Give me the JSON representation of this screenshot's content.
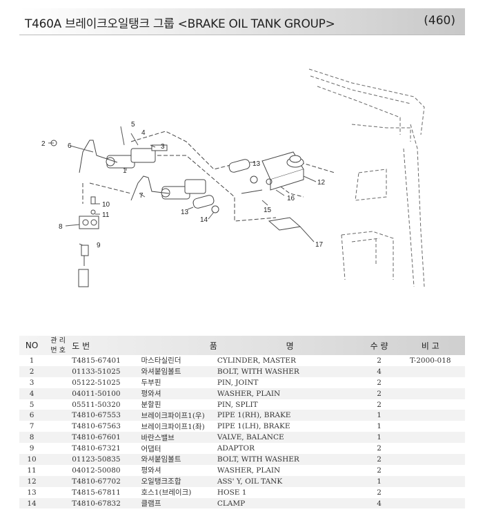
{
  "header": {
    "title": "T460A  브레이크오일탱크 그룹 <BRAKE OIL TANK GROUP>",
    "page": "(460)"
  },
  "diagram": {
    "callouts": [
      "1",
      "2",
      "3",
      "4",
      "5",
      "6",
      "7",
      "8",
      "9",
      "10",
      "11",
      "12",
      "13",
      "13",
      "14",
      "15",
      "16",
      "17"
    ]
  },
  "table": {
    "headers": {
      "no": "NO",
      "mgmt_line1": "관 리",
      "mgmt_line2": "번 호",
      "drawing": "도   번",
      "name_kr": "품",
      "name_en": "명",
      "qty": "수  량",
      "remark": "비  고"
    },
    "rows": [
      {
        "no": "1",
        "part": "T4815-67401",
        "kr": "마스타실린더",
        "en": "CYLINDER, MASTER",
        "qty": "2",
        "remark": "T-2000-018"
      },
      {
        "no": "2",
        "part": "01133-51025",
        "kr": "와셔붙임볼트",
        "en": "BOLT, WITH WASHER",
        "qty": "4",
        "remark": ""
      },
      {
        "no": "3",
        "part": "05122-51025",
        "kr": "두부핀",
        "en": "PIN, JOINT",
        "qty": "2",
        "remark": ""
      },
      {
        "no": "4",
        "part": "04011-50100",
        "kr": "평와셔",
        "en": "WASHER, PLAIN",
        "qty": "2",
        "remark": ""
      },
      {
        "no": "5",
        "part": "05511-50320",
        "kr": "분할핀",
        "en": "PIN, SPLIT",
        "qty": "2",
        "remark": ""
      },
      {
        "no": "6",
        "part": "T4810-67553",
        "kr": "브레이크파이프1(우)",
        "en": "PIPE 1(RH), BRAKE",
        "qty": "1",
        "remark": ""
      },
      {
        "no": "7",
        "part": "T4810-67563",
        "kr": "브레이크파이프1(좌)",
        "en": "PIPE 1(LH), BRAKE",
        "qty": "1",
        "remark": ""
      },
      {
        "no": "8",
        "part": "T4810-67601",
        "kr": "바란스밸브",
        "en": "VALVE, BALANCE",
        "qty": "1",
        "remark": ""
      },
      {
        "no": "9",
        "part": "T4810-67321",
        "kr": "어댑터",
        "en": "ADAPTOR",
        "qty": "2",
        "remark": ""
      },
      {
        "no": "10",
        "part": "01123-50835",
        "kr": "와셔붙임볼트",
        "en": "BOLT, WITH WASHER",
        "qty": "2",
        "remark": ""
      },
      {
        "no": "11",
        "part": "04012-50080",
        "kr": "평와셔",
        "en": "WASHER, PLAIN",
        "qty": "2",
        "remark": ""
      },
      {
        "no": "12",
        "part": "T4810-67702",
        "kr": "오일탱크조합",
        "en": "ASS' Y, OIL TANK",
        "qty": "1",
        "remark": ""
      },
      {
        "no": "13",
        "part": "T4815-67811",
        "kr": "호스1(브레이크)",
        "en": "HOSE 1",
        "qty": "2",
        "remark": ""
      },
      {
        "no": "14",
        "part": "T4810-67832",
        "kr": "클램프",
        "en": "CLAMP",
        "qty": "4",
        "remark": ""
      }
    ]
  }
}
